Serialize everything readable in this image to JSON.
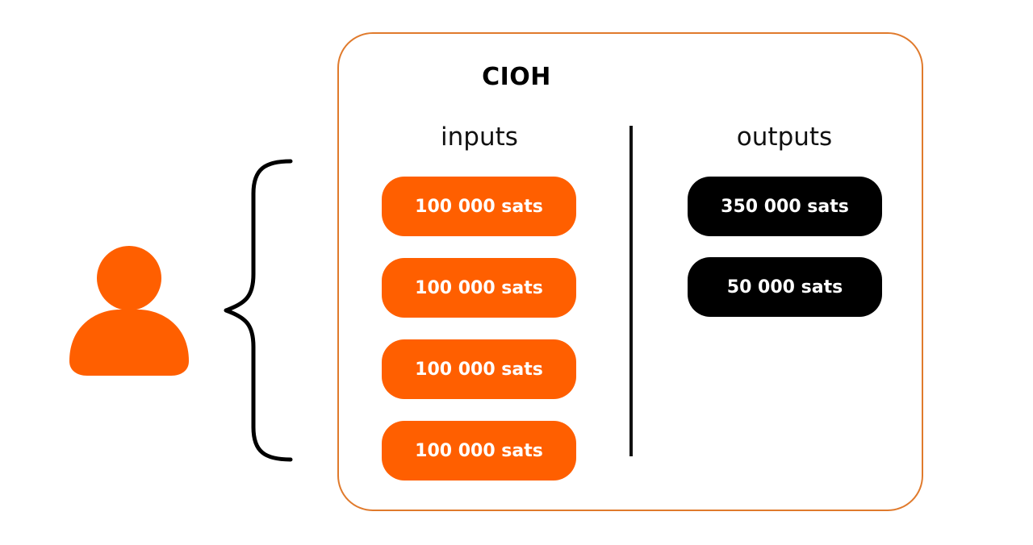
{
  "title": "CIOH",
  "inputs_label": "inputs",
  "outputs_label": "outputs",
  "inputs": [
    "100 000 sats",
    "100 000 sats",
    "100 000 sats",
    "100 000 sats"
  ],
  "outputs": [
    "350 000 sats",
    "50 000 sats"
  ],
  "icons": {
    "user": "user-icon",
    "brace": "curly-brace-icon"
  },
  "colors": {
    "accent": "#ff5f00",
    "border": "#e07a2c",
    "output": "#000000",
    "text": "#000000"
  }
}
